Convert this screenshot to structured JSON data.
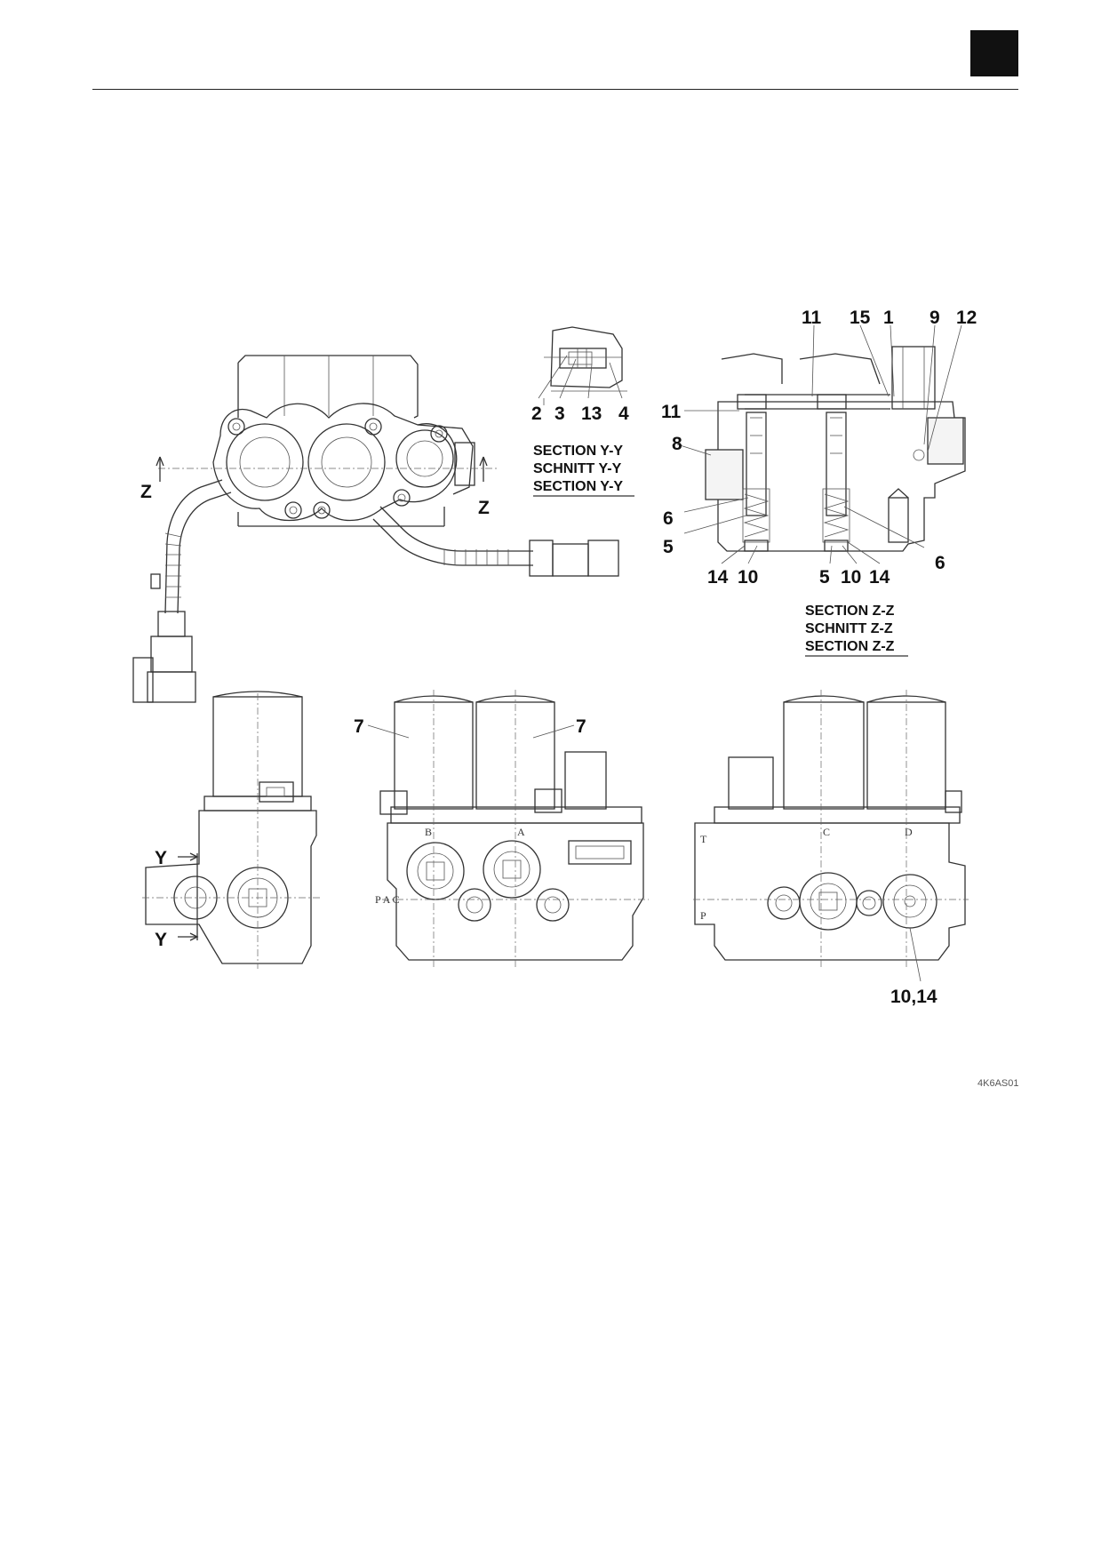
{
  "callouts": {
    "top_right": [
      "11",
      "15",
      "1",
      "9",
      "12"
    ],
    "side_11": "11",
    "side_8": "8",
    "side_6_left": "6",
    "side_5": "5",
    "bottom_left": [
      "14",
      "10"
    ],
    "bottom_mid": [
      "5",
      "10",
      "14"
    ],
    "side_6_right": "6",
    "yy": [
      "2",
      "3",
      "13",
      "4"
    ],
    "seven_left": "7",
    "seven_right": "7",
    "bottom_1014": "10,14"
  },
  "section_yy": [
    "SECTION  Y-Y",
    "SCHNITT  Y-Y",
    "SECTION  Y-Y"
  ],
  "section_zz": [
    "SECTION  Z-Z",
    "SCHNITT  Z-Z",
    "SECTION  Z-Z"
  ],
  "cut_marks": {
    "z_left": "Z",
    "z_right": "Z",
    "y_top": "Y",
    "y_bottom": "Y"
  },
  "port_letters": {
    "b": "B",
    "a": "A",
    "pac": "P A C",
    "t": "T",
    "c": "C",
    "d": "D",
    "p": "P"
  },
  "figure_code": "4K6AS01"
}
